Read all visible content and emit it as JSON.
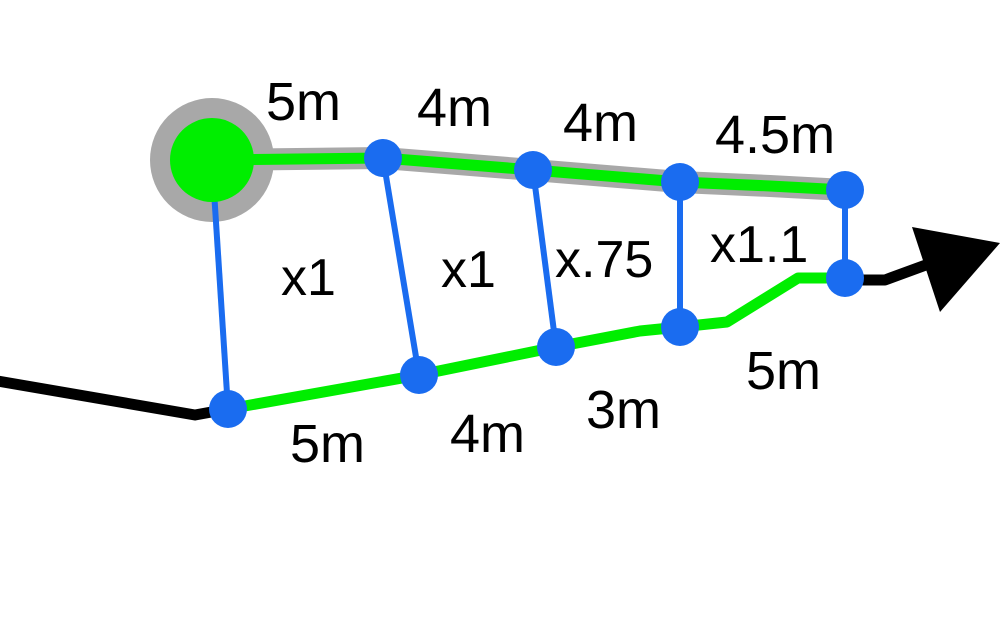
{
  "colors": {
    "background": "#ffffff",
    "path_line": "#000000",
    "highlight_path": "#00ee00",
    "original_edge": "#a8a8a8",
    "rung": "#1a6cf0",
    "vertex": "#1a6cf0",
    "start_point": "#00ee00",
    "start_halo": "#a8a8a8"
  },
  "icons": {
    "start": "start-point-icon",
    "direction": "arrowhead-icon"
  },
  "top_segments": [
    "5m",
    "4m",
    "4m",
    "4.5m"
  ],
  "bottom_segments": [
    "5m",
    "4m",
    "3m",
    "5m"
  ],
  "multipliers": [
    "x1",
    "x1",
    "x.75",
    "x1.1"
  ]
}
